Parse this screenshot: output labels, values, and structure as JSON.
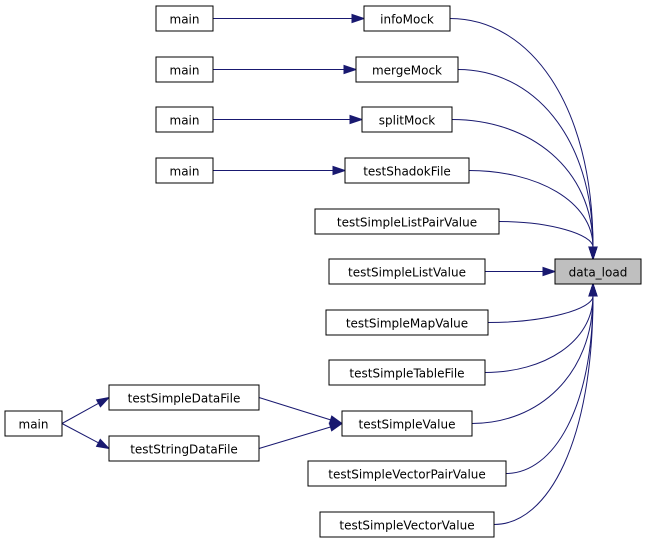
{
  "diagram": {
    "colors": {
      "edge": "#191970",
      "node_border": "#000000",
      "node_fill": "#ffffff",
      "focus_fill": "#bfbfbf"
    },
    "nodes": [
      {
        "id": "data_load",
        "label": "data_load",
        "focus": true
      },
      {
        "id": "infoMock",
        "label": "infoMock"
      },
      {
        "id": "mergeMock",
        "label": "mergeMock"
      },
      {
        "id": "splitMock",
        "label": "splitMock"
      },
      {
        "id": "testShadokFile",
        "label": "testShadokFile"
      },
      {
        "id": "testSimpleListPairValue",
        "label": "testSimpleListPairValue"
      },
      {
        "id": "testSimpleListValue",
        "label": "testSimpleListValue"
      },
      {
        "id": "testSimpleMapValue",
        "label": "testSimpleMapValue"
      },
      {
        "id": "testSimpleTableFile",
        "label": "testSimpleTableFile"
      },
      {
        "id": "testSimpleValue",
        "label": "testSimpleValue"
      },
      {
        "id": "testSimpleVectorPairValue",
        "label": "testSimpleVectorPairValue"
      },
      {
        "id": "testSimpleVectorValue",
        "label": "testSimpleVectorValue"
      },
      {
        "id": "main_info",
        "label": "main"
      },
      {
        "id": "main_merge",
        "label": "main"
      },
      {
        "id": "main_split",
        "label": "main"
      },
      {
        "id": "main_shadok",
        "label": "main"
      },
      {
        "id": "testSimpleDataFile",
        "label": "testSimpleDataFile"
      },
      {
        "id": "testStringDataFile",
        "label": "testStringDataFile"
      },
      {
        "id": "main_data",
        "label": "main"
      }
    ],
    "edges": [
      {
        "from": "infoMock",
        "to": "data_load"
      },
      {
        "from": "mergeMock",
        "to": "data_load"
      },
      {
        "from": "splitMock",
        "to": "data_load"
      },
      {
        "from": "testShadokFile",
        "to": "data_load"
      },
      {
        "from": "testSimpleListPairValue",
        "to": "data_load"
      },
      {
        "from": "testSimpleListValue",
        "to": "data_load"
      },
      {
        "from": "testSimpleMapValue",
        "to": "data_load"
      },
      {
        "from": "testSimpleTableFile",
        "to": "data_load"
      },
      {
        "from": "testSimpleValue",
        "to": "data_load"
      },
      {
        "from": "testSimpleVectorPairValue",
        "to": "data_load"
      },
      {
        "from": "testSimpleVectorValue",
        "to": "data_load"
      },
      {
        "from": "main_info",
        "to": "infoMock"
      },
      {
        "from": "main_merge",
        "to": "mergeMock"
      },
      {
        "from": "main_split",
        "to": "splitMock"
      },
      {
        "from": "main_shadok",
        "to": "testShadokFile"
      },
      {
        "from": "testSimpleDataFile",
        "to": "testSimpleValue"
      },
      {
        "from": "testStringDataFile",
        "to": "testSimpleValue"
      },
      {
        "from": "main_data",
        "to": "testSimpleDataFile"
      },
      {
        "from": "main_data",
        "to": "testStringDataFile"
      }
    ]
  }
}
